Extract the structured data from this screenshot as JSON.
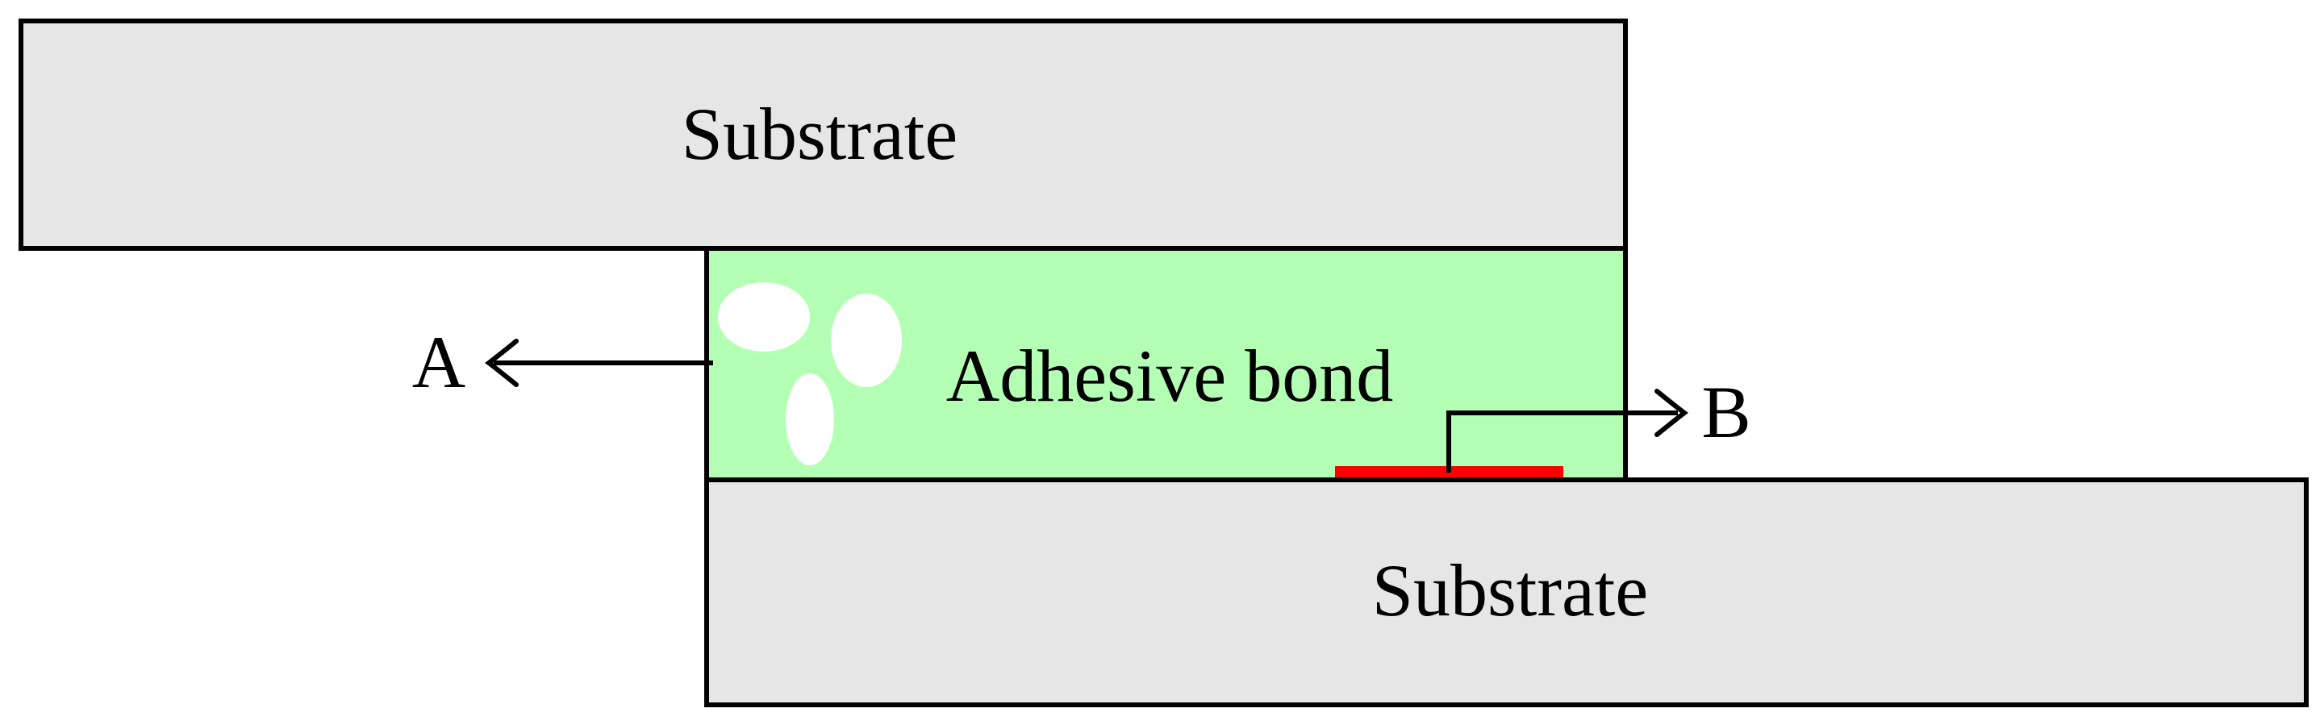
{
  "diagram": {
    "labels": {
      "top_substrate": "Substrate",
      "adhesive": "Adhesive bond",
      "bottom_substrate": "Substrate",
      "marker_a": "A",
      "marker_b": "B"
    },
    "colors": {
      "substrate_fill": "#e6e6e6",
      "adhesive_fill": "#b3ffb3",
      "defect_fill": "#ff0000",
      "void_fill": "#ffffff",
      "outline": "#000000",
      "background": "#ffffff"
    }
  }
}
